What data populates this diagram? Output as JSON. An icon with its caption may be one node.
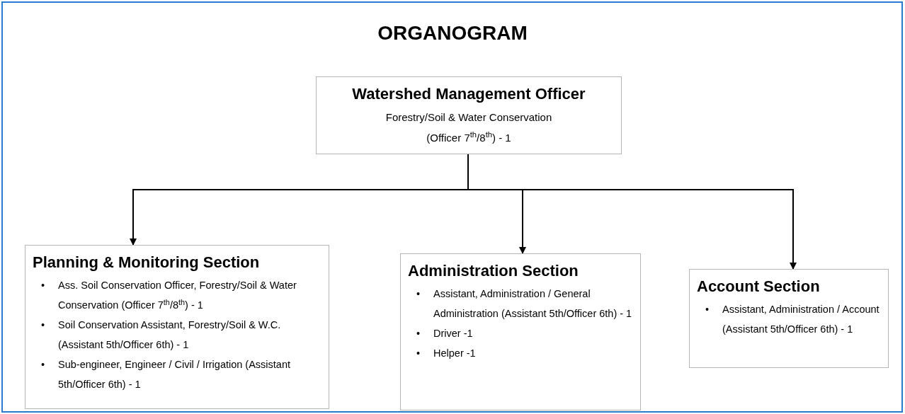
{
  "diagram": {
    "title": "ORGANOGRAM",
    "nodes": [
      {
        "text": [
          "Watershed Management Officer",
          "Forestry/Soil & Water Conservation (Officer 7$^{th}$/8$^{th}$) - 1"
        ]
      },
      {
        "text": [
          "Planning & Monitoring Section",
          "• Ass. Soil Conservation Officer, Forestry/Soil & Water Conservation (Officer 7$^{th}$/8$^{th}$) - 1",
          "• Soil Conservation Assistant, Forestry/Soil & W.C. (Assistant 5th/Officer 6th) - 1",
          "• Sub-engineer, Engineer / Civil / Irrigation (Assistant 5th/Officer 6th) - 1"
        ]
      },
      {
        "text": [
          "Administration Section",
          "• Assistant, Administration / General Administration (Assistant 5th/Officer 6th) - 1",
          "• Driver -1",
          "• Helper -1"
        ]
      },
      {
        "text": [
          "Account Section",
          "• Assistant, Administration / Account (Assistant 5th/Officer 6th) - 1"
        ]
      }
    ],
    "edges": [
      {
        "from": 0,
        "to": 1,
        "arrow": "to"
      },
      {
        "from": 0,
        "to": 2,
        "arrow": "to"
      },
      {
        "from": 0,
        "to": 3,
        "arrow": "to"
      }
    ]
  }
}
